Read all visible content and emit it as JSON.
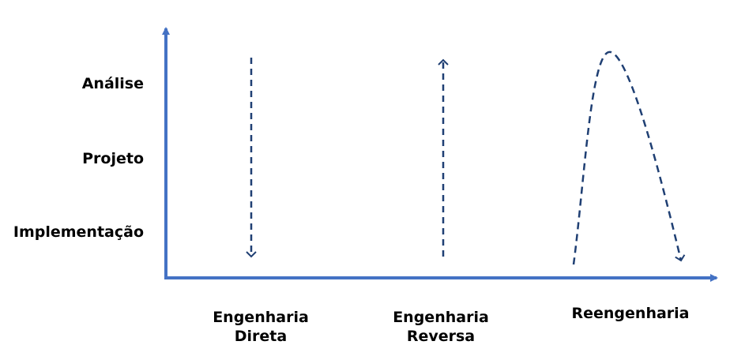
{
  "y_levels": [
    "Análise",
    "Projeto",
    "Implementação"
  ],
  "processes": [
    {
      "line1": "Engenharia",
      "line2": "Direta"
    },
    {
      "line1": "Engenharia",
      "line2": "Reversa"
    },
    {
      "line1": "Reengenharia",
      "line2": ""
    }
  ],
  "colors": {
    "axis": "#4472C4",
    "dashed": "#1F3F73",
    "text": "#000000"
  }
}
